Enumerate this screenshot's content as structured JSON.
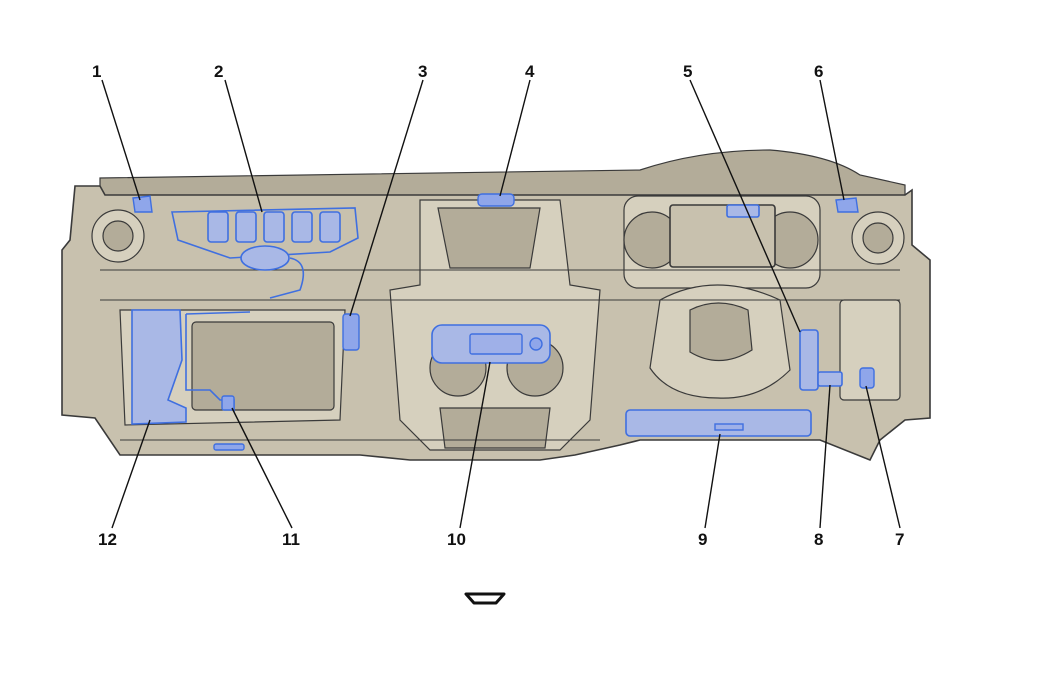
{
  "figure": {
    "type": "exploded-parts-callout",
    "highlight_color": "#3f6fe0",
    "dashboard_color": "#c8c1ae",
    "callouts": [
      {
        "number": "1"
      },
      {
        "number": "2"
      },
      {
        "number": "3"
      },
      {
        "number": "4"
      },
      {
        "number": "5"
      },
      {
        "number": "6"
      },
      {
        "number": "7"
      },
      {
        "number": "8"
      },
      {
        "number": "9"
      },
      {
        "number": "10"
      },
      {
        "number": "11"
      },
      {
        "number": "12"
      }
    ],
    "direction_icon": "chevron-down-arrow-icon"
  }
}
